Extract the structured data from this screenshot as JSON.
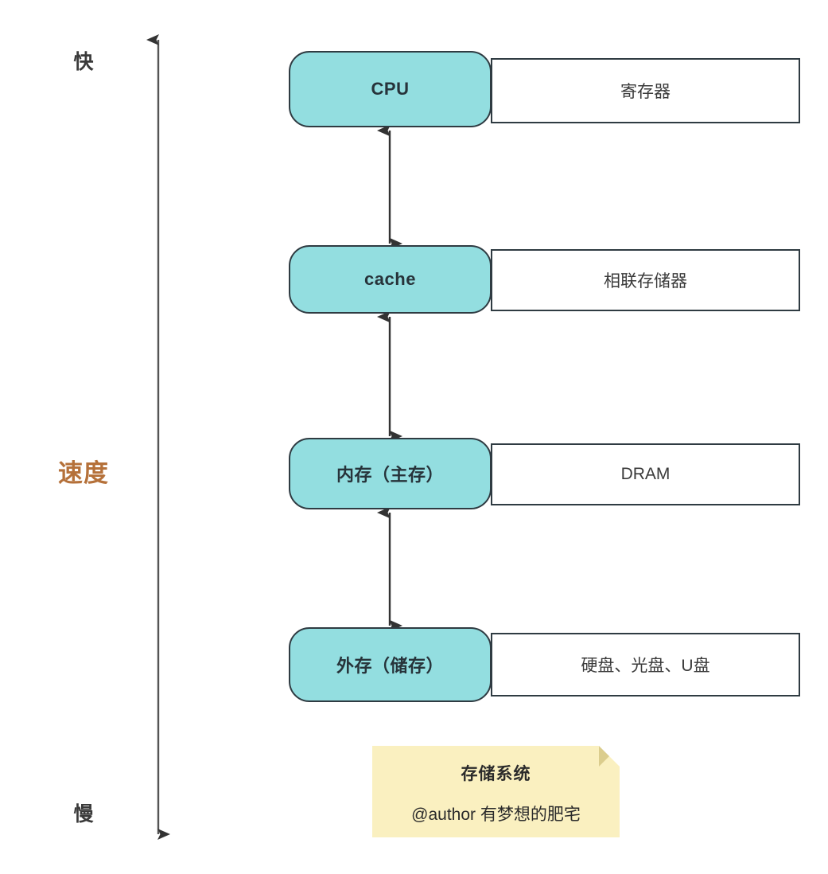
{
  "diagram": {
    "axis": {
      "name": "speed-axis",
      "label": "速度",
      "label_color": "#b5713a",
      "top_label": "快",
      "bottom_label": "慢",
      "direction": "double-headed-vertical"
    },
    "tiers": [
      {
        "id": "cpu",
        "name": "CPU",
        "description": "寄存器",
        "fill": "#93dee0",
        "border": "#2f3b42"
      },
      {
        "id": "cache",
        "name": "cache",
        "description": "相联存储器",
        "fill": "#93dee0",
        "border": "#2f3b42"
      },
      {
        "id": "memory",
        "name": "内存（主存）",
        "description": "DRAM",
        "fill": "#93dee0",
        "border": "#2f3b42"
      },
      {
        "id": "storage",
        "name": "外存（储存）",
        "description": "硬盘、光盘、U盘",
        "fill": "#93dee0",
        "border": "#2f3b42"
      }
    ],
    "connectors": [
      {
        "id": "cpu-cache",
        "from": "CPU",
        "to": "cache",
        "style": "double-arrow"
      },
      {
        "id": "cache-memory",
        "from": "cache",
        "to": "内存（主存）",
        "style": "double-arrow"
      },
      {
        "id": "memory-storage",
        "from": "内存（主存）",
        "to": "外存（储存）",
        "style": "double-arrow"
      }
    ],
    "note": {
      "title": "存储系统",
      "author": "@author 有梦想的肥宅",
      "background": "#faf0c0",
      "fold_color": "#dbcd8d"
    }
  }
}
